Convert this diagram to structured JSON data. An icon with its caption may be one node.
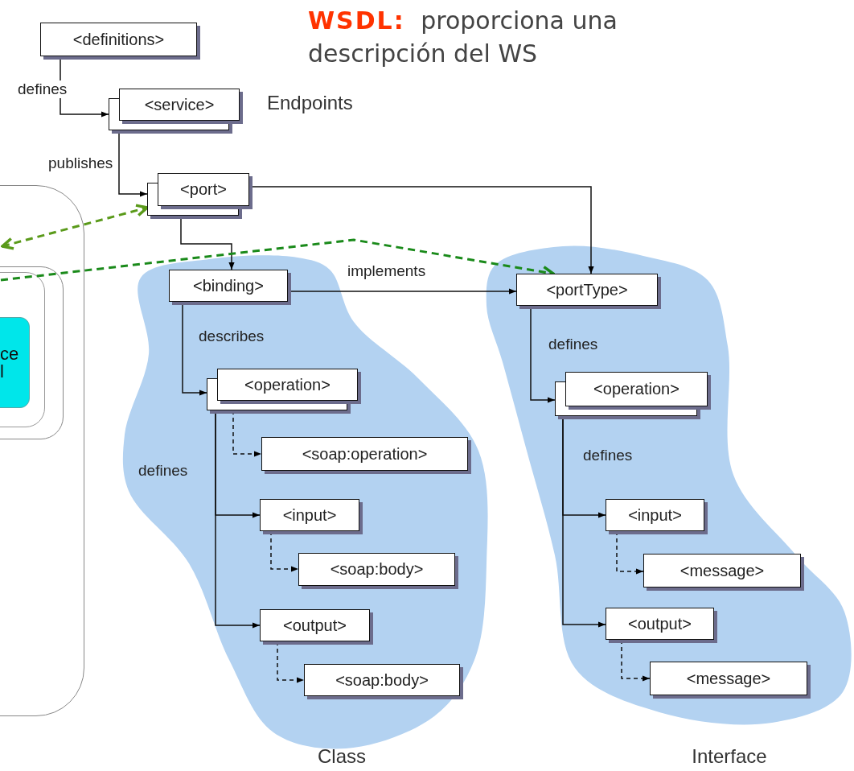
{
  "diagram": {
    "title": "**WSDL:** proporciona una descripción del WS",
    "nodes": [
      {
        "text": [
          "<definitions>"
        ]
      },
      {
        "text": [
          "<service>"
        ],
        "beside": [
          "Endpoints"
        ]
      },
      {
        "text": [
          "<port>"
        ]
      },
      {
        "text": [],
        "shape": "box"
      },
      {
        "text": [],
        "shape": "box",
        "in": 3
      },
      {
        "text": [
          "ce l"
        ],
        "in": 4
      },
      {
        "text": [
          "Class"
        ]
      },
      {
        "text": [
          "<binding>"
        ],
        "in": 6
      },
      {
        "text": [
          "<operation>"
        ],
        "in": 6
      },
      {
        "text": [
          "<soap:operation>"
        ],
        "in": 6
      },
      {
        "text": [
          "<input>"
        ],
        "in": 6
      },
      {
        "text": [
          "<soap:body>"
        ],
        "in": 6
      },
      {
        "text": [
          "<output>"
        ],
        "in": 6
      },
      {
        "text": [
          "<soap:body>"
        ],
        "in": 6
      },
      {
        "text": [
          "Interface"
        ]
      },
      {
        "text": [
          "<portType>"
        ],
        "in": 14
      },
      {
        "text": [
          "<operation>"
        ],
        "in": 14
      },
      {
        "text": [
          "<input>"
        ],
        "in": 14
      },
      {
        "text": [
          "<message>"
        ],
        "in": 14
      },
      {
        "text": [
          "<output>"
        ],
        "in": 14
      },
      {
        "text": [
          "<message>"
        ],
        "in": 14
      }
    ],
    "edges": [
      {
        "from": 0,
        "to": 1,
        "arrow": "to",
        "label": "defines"
      },
      {
        "from": 1,
        "to": 2,
        "arrow": "to",
        "label": "publishes"
      },
      {
        "from": 2,
        "to": 15,
        "arrow": "to"
      },
      {
        "from": 2,
        "to": 7,
        "arrow": "to"
      },
      {
        "from": 7,
        "to": 15,
        "arrow": "to",
        "label": "implements"
      },
      {
        "from": 7,
        "to": 8,
        "arrow": "to",
        "label": "describes"
      },
      {
        "from": 8,
        "to": 9,
        "arrow": "to",
        "style": "dashed"
      },
      {
        "from": 8,
        "to": 10,
        "arrow": "to",
        "label": "defines"
      },
      {
        "from": 10,
        "to": 11,
        "arrow": "to",
        "style": "dashed"
      },
      {
        "from": 8,
        "to": 12,
        "arrow": "to"
      },
      {
        "from": 12,
        "to": 13,
        "arrow": "to",
        "style": "dashed"
      },
      {
        "from": 15,
        "to": 16,
        "arrow": "to",
        "label": "defines"
      },
      {
        "from": 16,
        "to": 17,
        "arrow": "to",
        "label": "defines"
      },
      {
        "from": 17,
        "to": 18,
        "arrow": "to",
        "style": "dashed"
      },
      {
        "from": 16,
        "to": 19,
        "arrow": "to"
      },
      {
        "from": 19,
        "to": 20,
        "arrow": "to",
        "style": "dashed"
      },
      {
        "from": 3,
        "to": 2,
        "arrow": "both",
        "style": "dashed",
        "color": "#5a9a1a"
      },
      {
        "from": 4,
        "to": 15,
        "arrow": "to",
        "style": "dashed",
        "color": "#1a8a1a"
      }
    ]
  }
}
